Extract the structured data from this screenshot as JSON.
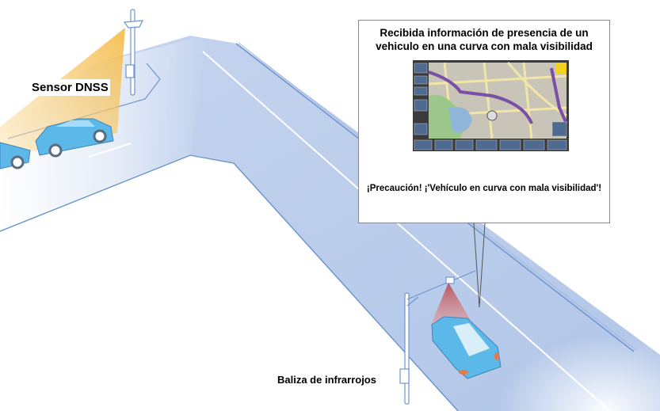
{
  "labels": {
    "sensor": "Sensor DNSS",
    "beacon": "Baliza de infrarrojos"
  },
  "callout": {
    "title_line1": "Recibida información de presencia de un",
    "title_line2": "vehiculo en una curva con mala visibilidad",
    "message": "¡Precaución! ¡'Vehículo en curva con mala visibilidad'!"
  },
  "colors": {
    "road": "#b9cbe9",
    "car": "#5bb8e8",
    "sensor_beam": "#f6c25a",
    "ir_beam": "#c9676b",
    "outline": "#5a82c0"
  }
}
